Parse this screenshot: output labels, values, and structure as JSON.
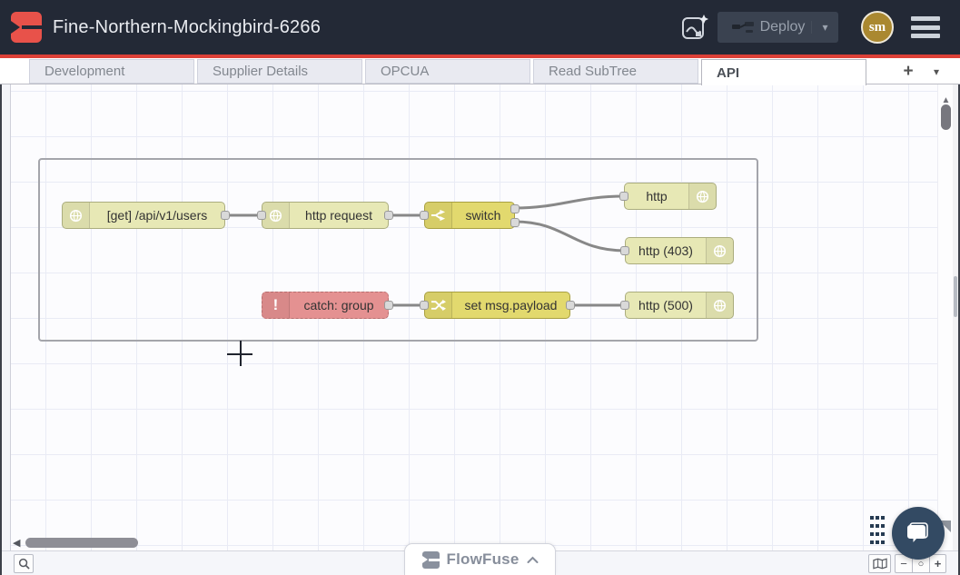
{
  "header": {
    "title": "Fine-Northern-Mockingbird-6266",
    "deploy": {
      "label": "Deploy",
      "caret": "▾"
    },
    "avatar": {
      "initials": "sm"
    }
  },
  "tabs": {
    "items": [
      {
        "label": "Development",
        "active": false
      },
      {
        "label": "Supplier Details",
        "active": false
      },
      {
        "label": "OPCUA",
        "active": false
      },
      {
        "label": "Read SubTree",
        "active": false
      },
      {
        "label": "API",
        "active": true
      }
    ],
    "add_label": "+",
    "caret": "▾"
  },
  "flow": {
    "nodes": [
      {
        "label": "[get] /api/v1/users",
        "icon": "globe-icon"
      },
      {
        "label": "http request",
        "icon": "globe-icon"
      },
      {
        "label": "switch",
        "icon": "switch-icon"
      },
      {
        "label": "http",
        "icon": "globe-icon"
      },
      {
        "label": "http (403)",
        "icon": "globe-icon"
      },
      {
        "label": "catch: group",
        "icon": "exclamation-icon"
      },
      {
        "label": "set msg.payload",
        "icon": "change-icon"
      },
      {
        "label": "http (500)",
        "icon": "globe-icon"
      }
    ],
    "catch_glyph": "!"
  },
  "scrollbars": {
    "left_arrow": "◀",
    "up_arrow": "▲"
  },
  "footer": {
    "badge": {
      "label": "FlowFuse"
    },
    "zoom_out": "−",
    "zoom_reset": "○",
    "zoom_in": "+"
  },
  "icons": {
    "flowfuse-logo": "red-angular-mark",
    "ai-assistant-icon": "flow-with-sparkle",
    "menu-icon": "hamburger-3-bars",
    "globe-icon": "white-globe",
    "switch-icon": "branching-arrows",
    "change-icon": "crossing-arrows",
    "exclamation-icon": "!",
    "search-icon": "magnifier",
    "map-icon": "open-map",
    "chat-icon": "speech-bubble",
    "chevron-up-icon": "^"
  },
  "colors": {
    "header_bg": "#232936",
    "accent_red": "#dd4037",
    "logo_red": "#e8524a",
    "node_yellow": "#e2d96e",
    "node_pale": "#e7e8b5",
    "node_catch": "#e49191",
    "wire": "#888888",
    "avatar_bg": "#aa8830",
    "chat_bg": "#334a63"
  }
}
